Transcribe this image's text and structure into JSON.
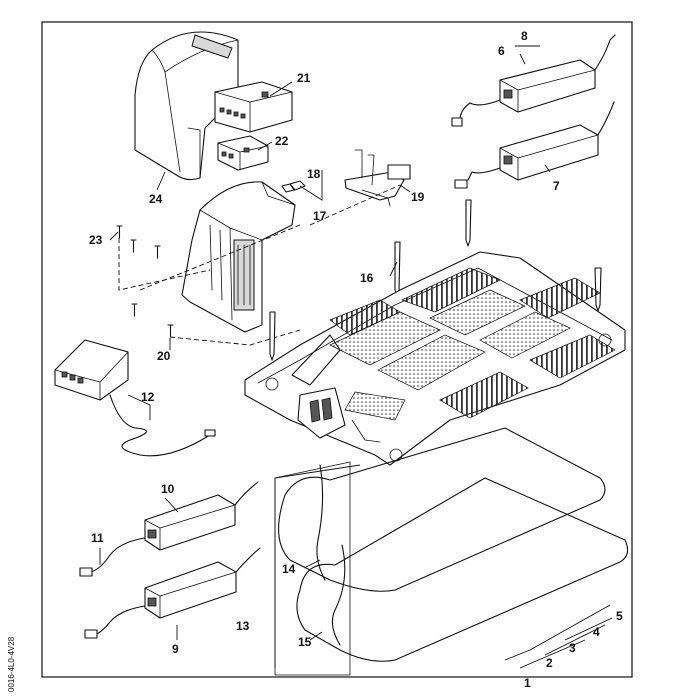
{
  "callouts": [
    "1",
    "2",
    "3",
    "4",
    "5",
    "6",
    "7",
    "8",
    "9",
    "10",
    "11",
    "12",
    "13",
    "14",
    "15",
    "16",
    "17",
    "18",
    "19",
    "20",
    "21",
    "22",
    "23",
    "24"
  ],
  "drawing_code": "0016-4L0-4V28",
  "colors": {
    "line": "#111111",
    "shade": "#d9d9d9",
    "background": "#ffffff"
  }
}
